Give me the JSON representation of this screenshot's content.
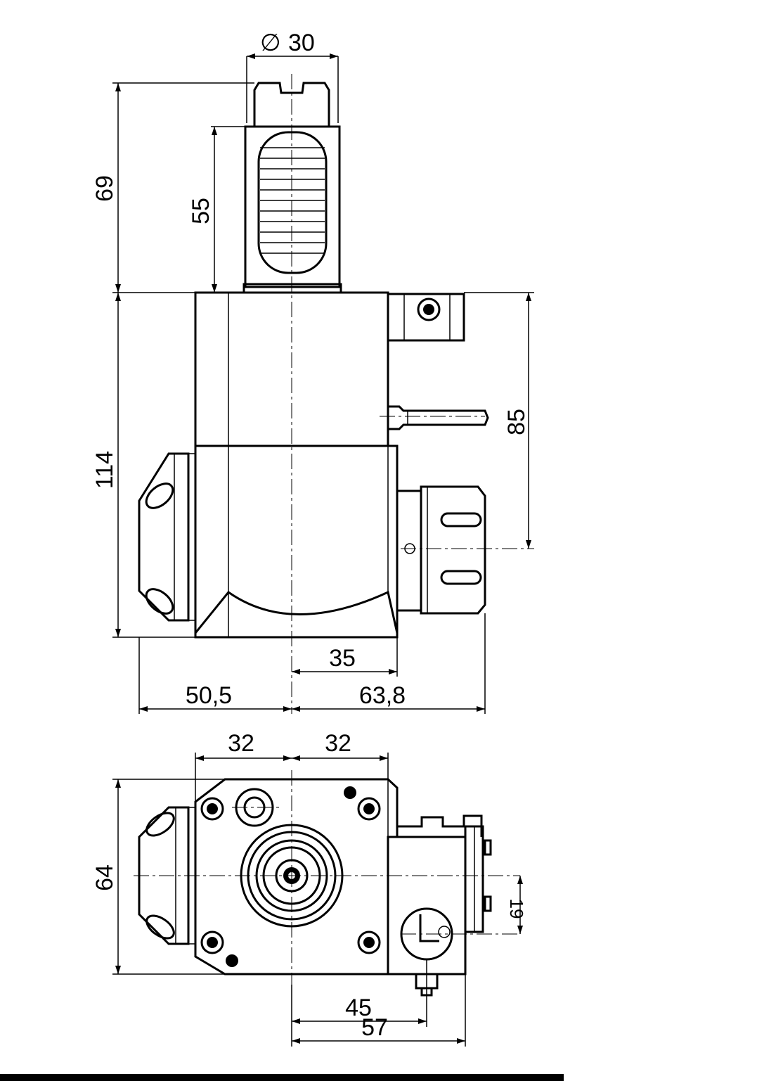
{
  "colors": {
    "ink": "#000000",
    "paper": "#ffffff"
  },
  "dimensions": {
    "dia_symbol": "∅",
    "dia": "30",
    "h69": "69",
    "h55": "55",
    "h114": "114",
    "h85": "85",
    "w35": "35",
    "w50_5": "50,5",
    "w63_8": "63,8",
    "w32_left": "32",
    "w32_right": "32",
    "h64": "64",
    "h19": "19",
    "w45": "45",
    "w57": "57"
  }
}
